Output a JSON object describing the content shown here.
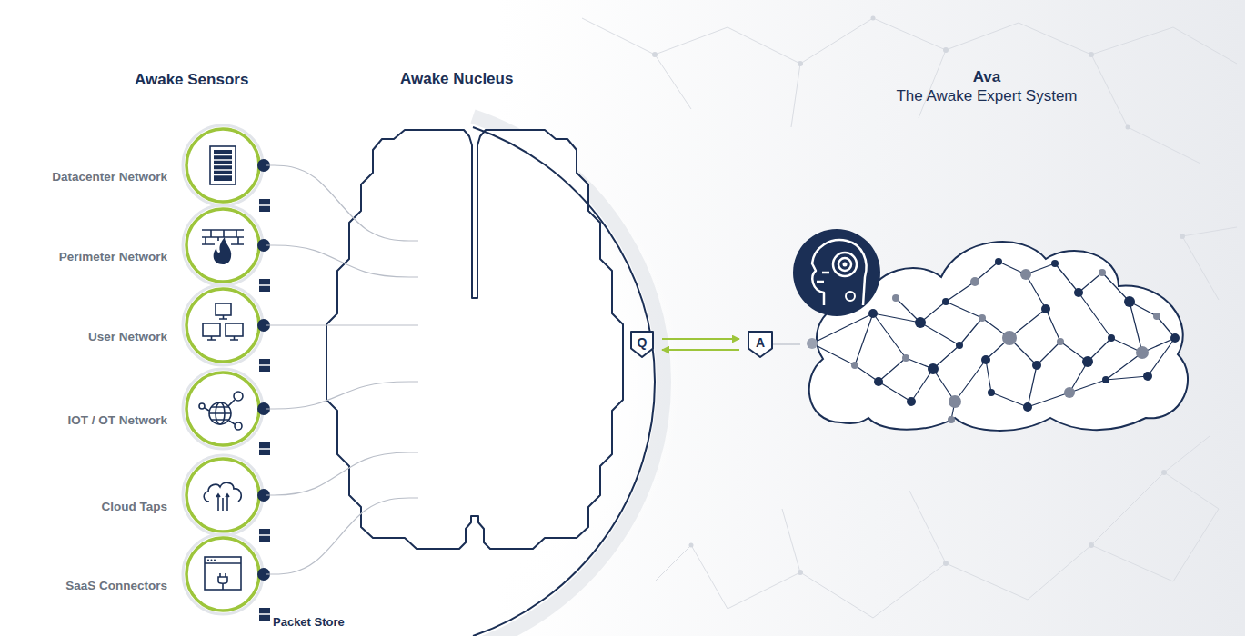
{
  "diagram": {
    "nodes": [
      {
        "text": [
          "Datacenter Network"
        ]
      },
      {
        "text": [
          "Perimeter Network"
        ]
      },
      {
        "text": [
          "User Network"
        ]
      },
      {
        "text": [
          "IOT / OT Network"
        ]
      },
      {
        "text": [
          "Cloud Taps"
        ]
      },
      {
        "text": [
          "SaaS Connectors"
        ]
      },
      {
        "text": [
          "Awake Nucleus"
        ]
      },
      {
        "text": [
          "Q"
        ],
        "in": 6
      },
      {
        "text": [
          "A"
        ]
      },
      {
        "text": [
          "Ava",
          "The Awake Expert System"
        ]
      }
    ],
    "edges": [
      {
        "from": 0,
        "to": 6,
        "arrow": "none"
      },
      {
        "from": 1,
        "to": 6,
        "arrow": "none"
      },
      {
        "from": 2,
        "to": 6,
        "arrow": "none"
      },
      {
        "from": 3,
        "to": 6,
        "arrow": "none"
      },
      {
        "from": 4,
        "to": 6,
        "arrow": "none"
      },
      {
        "from": 5,
        "to": 6,
        "arrow": "none"
      },
      {
        "from": 7,
        "to": 8,
        "arrow": "to"
      },
      {
        "from": 8,
        "to": 7,
        "arrow": "to"
      },
      {
        "from": 8,
        "to": 9,
        "arrow": "none"
      }
    ],
    "labels": [
      "Awake Sensors",
      "Packet Store"
    ]
  }
}
